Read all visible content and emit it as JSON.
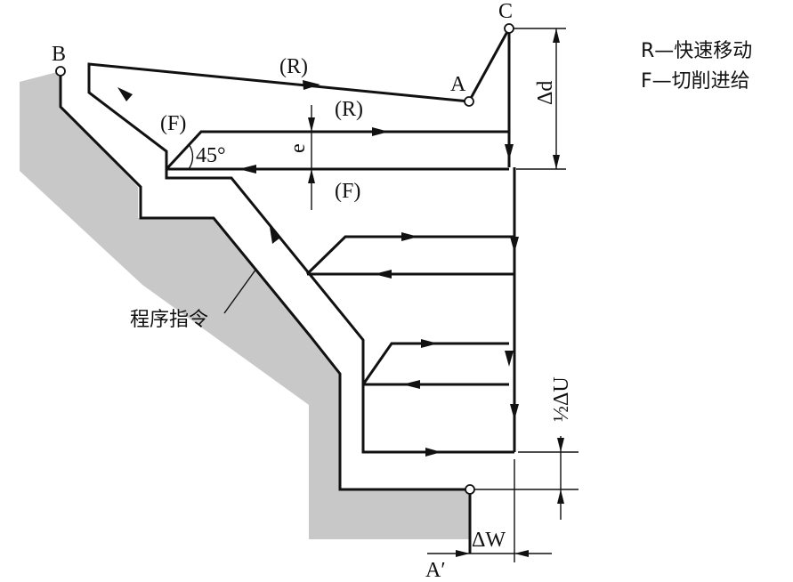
{
  "points": {
    "a": "A",
    "b": "B",
    "c": "C",
    "a_prime": "A′"
  },
  "labels": {
    "rapid_top": "(R)",
    "rapid_mid": "(R)",
    "feed_left": "(F)",
    "feed_mid": "(F)",
    "angle": "45°",
    "e": "e",
    "delta_d": "Δd",
    "delta_w": "ΔW",
    "half_delta_u": "½ΔU",
    "program": "程序指令"
  },
  "legend": {
    "r": "R—快速移动",
    "f": "F—切削进给"
  }
}
